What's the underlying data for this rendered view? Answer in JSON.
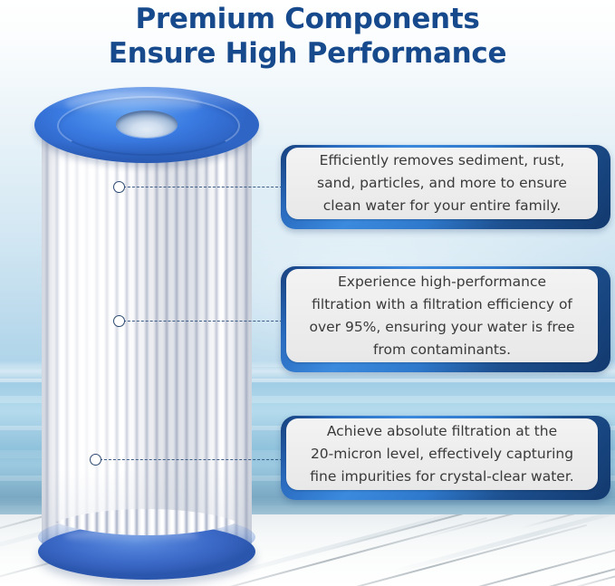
{
  "headline": {
    "line1": "Premium Components",
    "line2": "Ensure High Performance",
    "color": "#174a8c"
  },
  "product": {
    "name": "pleated-water-filter-cartridge",
    "cap_color": "#3b7ce2",
    "body_color": "#ffffff"
  },
  "background": {
    "sky_color": "#e7f2f8",
    "ocean_color": "#9ecbe4",
    "deck_color": "#f4f7f8"
  },
  "callouts": [
    {
      "id": "callout-sediment-removal",
      "text": "Efficiently removes sediment, rust,\nsand, particles, and more to ensure\nclean water for your entire family.",
      "frame_color": "#2f7fd0",
      "panel_color": "#eeeeee"
    },
    {
      "id": "callout-filtration-efficiency",
      "text": "Experience high-performance\nfiltration with a filtration efficiency of\nover 95%, ensuring your water is free\nfrom contaminants.",
      "frame_color": "#2f7fd0",
      "panel_color": "#eeeeee"
    },
    {
      "id": "callout-micron-rating",
      "text": "Achieve absolute filtration at the\n20-micron level, effectively capturing\nfine impurities for crystal-clear water.",
      "frame_color": "#2f7fd0",
      "panel_color": "#eeeeee"
    }
  ]
}
